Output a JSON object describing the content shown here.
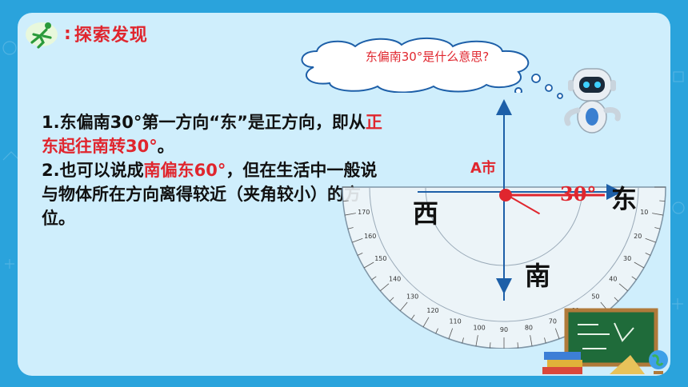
{
  "header": {
    "title": "探索发现",
    "separator": ":"
  },
  "bubble": {
    "question": "东偏南30°是什么意思?"
  },
  "body": {
    "p1_a": "1.东偏南30°第一方向“东”是正方向，即从",
    "p1_red": "正东起往南转30°",
    "p1_b": "。",
    "p2_a": "2.也可以说成",
    "p2_red": "南偏东60°",
    "p2_b": "，但在生活中一般说与物体所在方向离得较近（夹角较小）的方位。"
  },
  "diagram": {
    "city": "A市",
    "east": "东",
    "west": "西",
    "south": "南",
    "angle": "30°",
    "angle_value": 30
  },
  "colors": {
    "accent": "#e0262e",
    "background": "#2aa3dc",
    "panel": "#cfeefc"
  },
  "icons": [
    "runner-logo-icon",
    "robot-icon",
    "blackboard-icon",
    "globe-icon"
  ]
}
